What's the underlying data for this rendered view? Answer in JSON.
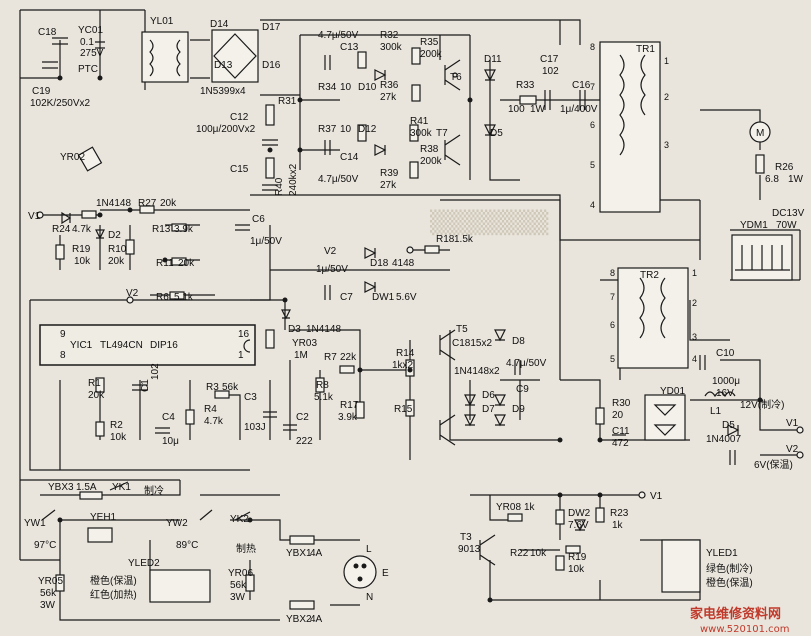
{
  "labels": {
    "c18": "C18",
    "yc01": "YC01",
    "yc01_v1": "0.1",
    "yc01_v2": "275V",
    "yl01": "YL01",
    "d14": "D14",
    "d17": "D17",
    "d13": "D13",
    "d16": "D16",
    "ptc": "PTC",
    "c19": "C19",
    "c19_v": "102K/250Vx2",
    "diodes": "1N5399x4",
    "c13_v": "4.7μ/50V",
    "c13": "C13",
    "r32": "R32",
    "r32_v": "300k",
    "r35": "R35",
    "r35_v": "200k",
    "t6": "T6",
    "r34": "R34",
    "r34_v": "10",
    "d10": "D10",
    "r36": "R36",
    "r36_v": "27k",
    "d11": "D11",
    "r33": "R33",
    "r33_v": "100",
    "r33_w": "1W",
    "c17": "C17",
    "c17_v": "102",
    "c16": "C16",
    "c16_v": "1μ/400V",
    "tr1": "TR1",
    "r31": "R31",
    "c12": "C12",
    "c12_v": "100μ/200Vx2",
    "r37": "R37",
    "r37_v": "10",
    "d12": "D12",
    "r41": "R41",
    "r41_v": "300k",
    "t7": "T7",
    "d5": "D5",
    "c14": "C14",
    "r38": "R38",
    "r38_v": "200k",
    "c15": "C15",
    "r40": "R40",
    "r40_v": "240kx2",
    "c14_v": "4.7μ/50V",
    "r39": "R39",
    "r39_v": "27k",
    "yr02": "YR02",
    "m": "M",
    "r26": "R26",
    "r26_v": "6.8",
    "r26_w": "1W",
    "ydm1": "YDM1",
    "dc": "DC13V",
    "dc_w": "70W",
    "v1": "V1",
    "n4148": "1N4148",
    "r27": "R27",
    "r27_v": "20k",
    "c6": "C6",
    "c6_v": "1μ/50V",
    "r24": "R24",
    "r24_v": "4.7k",
    "d2": "D2",
    "r13": "R13",
    "r13_v": "3.9k",
    "r19": "R19",
    "r19_v": "10k",
    "r10": "R10",
    "r10_v": "20k",
    "r11": "R11",
    "r11_v": "20k",
    "v2": "V2",
    "r18": "R18",
    "r18_v": "1.5k",
    "c7_v": "1μ/50V",
    "c7": "C7",
    "d18": "D18",
    "d18_v": "4148",
    "dw1": "DW1",
    "dw1_v": "5.6V",
    "tr2": "TR2",
    "r6": "R6",
    "r6_v": "5.1k",
    "yic1": "YIC1",
    "yic1_v": "TL494CN",
    "dip": "DIP16",
    "pin9": "9",
    "pin8": "8",
    "pin16": "16",
    "pin1": "1",
    "d3": "D3",
    "d3_v": "1N4148",
    "yr03": "YR03",
    "yr03_v": "1M",
    "t5": "T5",
    "t5_v": "C1815x2",
    "d8": "D8",
    "r14": "R14",
    "r14_v": "1kx2",
    "r7": "R7",
    "r7_v": "22k",
    "c9_v": "4.7μ/50V",
    "c9": "C9",
    "n4148x2": "1N4148x2",
    "r1": "R1",
    "r1_v": "20k",
    "c1": "C1",
    "c1_v": "102",
    "r8": "R8",
    "r8_v": "5.1k",
    "d6": "D6",
    "d7": "D7",
    "d9": "D9",
    "r15": "R15",
    "r17": "R17",
    "r17_v": "3.9k",
    "r2": "R2",
    "r2_v": "10k",
    "c4": "C4",
    "c4_v": "10μ",
    "r3": "R3",
    "r3_v": "56k",
    "c3": "C3",
    "c3_v": "103J",
    "r4": "R4",
    "r4_v": "4.7k",
    "c2": "C2",
    "c2_v": "222",
    "c10": "C10",
    "c10_v": "1000μ",
    "c10_w": "16V",
    "r30": "R30",
    "r30_v": "20",
    "yd01": "YD01",
    "c11": "C11",
    "c11_v": "472",
    "l1": "L1",
    "d5b": "D5",
    "d5b_v": "1N4007",
    "v12": "12V(制冷)",
    "v1b": "V1",
    "v2b": "V2",
    "v6": "6V(保温)",
    "ybx3": "YBX3",
    "ybx3_v": "1.5A",
    "yk1": "YK1",
    "zhileng": "制冷",
    "yw1": "YW1",
    "yw1_t": "97°C",
    "yeh1": "YEH1",
    "yw2": "YW2",
    "yw2_t": "89°C",
    "yk2": "YK2",
    "zhire": "制热",
    "ybx1": "YBX1",
    "ybx1_v": "4A",
    "yr05": "YR05",
    "yr05_v": "56k",
    "yr05_w": "3W",
    "yled2": "YLED2",
    "orange_keep": "橙色(保温)",
    "red_heat": "红色(加热)",
    "yr06": "YR06",
    "yr06_v": "56k",
    "yr06_w": "3W",
    "ybx2": "YBX2",
    "ybx2_v": "4A",
    "l": "L",
    "e": "E",
    "n": "N",
    "v1c": "V1",
    "yr08": "YR08",
    "yr08_v": "1k",
    "dw2": "DW2",
    "dw2_v": "7.6V",
    "r23": "R23",
    "r23_v": "1k",
    "t3": "T3",
    "t3_v": "9013",
    "r22": "R22",
    "r22_v": "10k",
    "r19b": "R19",
    "r19b_v": "10k",
    "yled1": "YLED1",
    "green_cool": "绿色(制冷)",
    "orange_keep2": "橙色(保温)",
    "tr1_8": "8",
    "tr1_7": "7",
    "tr1_6": "6",
    "tr1_5": "5",
    "tr1_4": "4",
    "tr1_1": "1",
    "tr1_2": "2",
    "tr1_3": "3",
    "tr2_8": "8",
    "tr2_7": "7",
    "tr2_6": "6",
    "tr2_5": "5",
    "tr2_1": "1",
    "tr2_2": "2",
    "tr2_3": "3",
    "tr2_4": "4",
    "watermark": "家电维修资料网",
    "watermark_url": "www.520101.com"
  }
}
